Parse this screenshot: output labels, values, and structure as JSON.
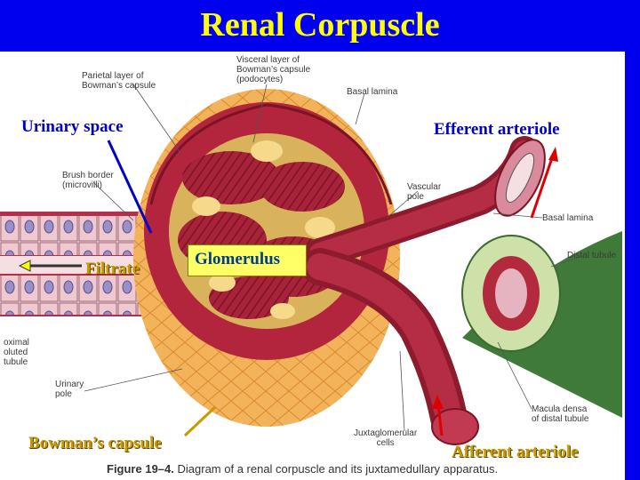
{
  "title": "Renal Corpuscle",
  "overlay_labels": {
    "urinary_space": "Urinary space",
    "efferent_arteriole": "Efferent arteriole",
    "filtrate": "Filtrate",
    "glomerulus": "Glomerulus",
    "bowmans_capsule": "Bowman’s capsule",
    "afferent_arteriole": "Afferent arteriole"
  },
  "figure_labels": {
    "parietal_1": "Parietal layer of",
    "parietal_2": "Bowman’s capsule",
    "visceral_1": "Visceral layer of",
    "visceral_2": "Bowman’s capsule",
    "visceral_3": "(podocytes)",
    "basal_lamina_top": "Basal lamina",
    "brush_1": "Brush border",
    "brush_2": "(microvilli)",
    "vascular_1": "Vascular",
    "vascular_2": "pole",
    "basal_lamina_right": "Basal lamina",
    "distal_tubule": "Distal tubule",
    "proximal_1": "oximal",
    "proximal_2": "oluted",
    "proximal_3": "tubule",
    "urinary_pole_1": "Urinary",
    "urinary_pole_2": "pole",
    "macula_1": "Macula densa",
    "macula_2": "of distal tubule",
    "jg_1": "Juxtaglomerular",
    "jg_2": "cells"
  },
  "caption": {
    "figure_number": "Figure 19–4.",
    "text": "Diagram of a renal corpuscle and its juxtamedullary apparatus."
  },
  "colors": {
    "title_bar": "#0000ee",
    "title_text": "#ffff00",
    "label_blue": "#0000cc",
    "arrow_red": "#dd0000",
    "label_gold": "#c89a00"
  }
}
